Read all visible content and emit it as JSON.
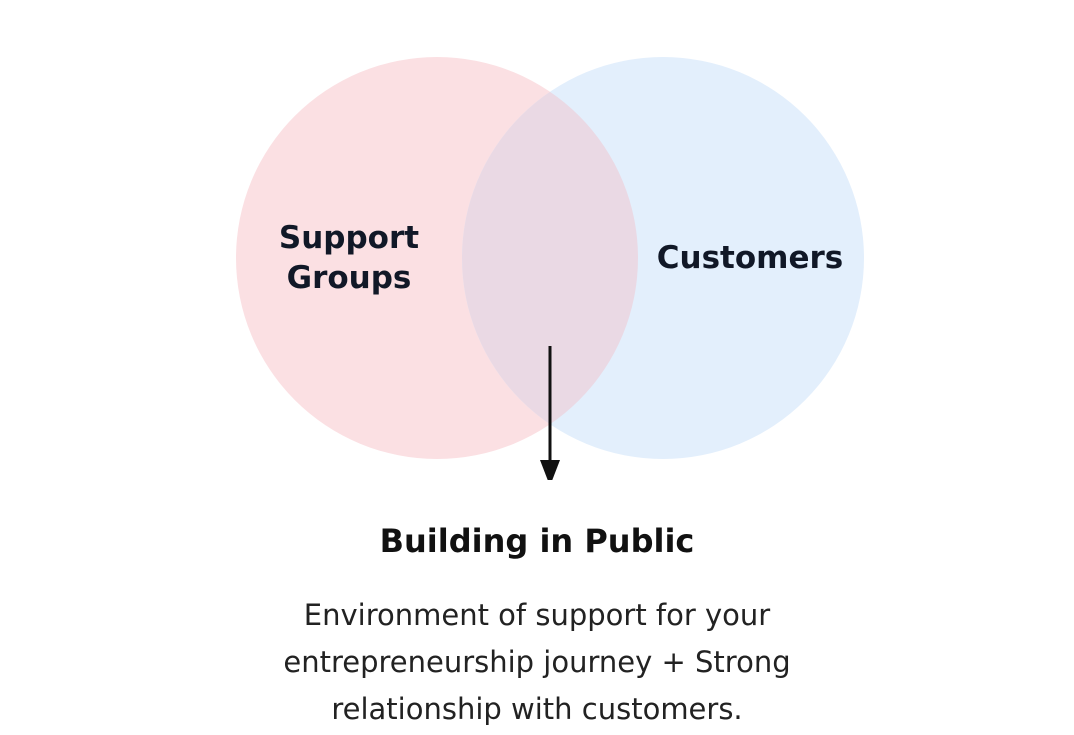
{
  "diagram": {
    "left_circle": {
      "label_lines": [
        "Support",
        "Groups"
      ],
      "fill": "#fbe0e3"
    },
    "right_circle": {
      "label": "Customers",
      "fill": "#e3effc"
    },
    "overlap_fill": "#ead9e4",
    "arrow_color": "#111111",
    "intersection": {
      "title": "Building in Public",
      "description": "Environment of support for your entrepreneurship journey + Strong relationship with customers."
    }
  }
}
